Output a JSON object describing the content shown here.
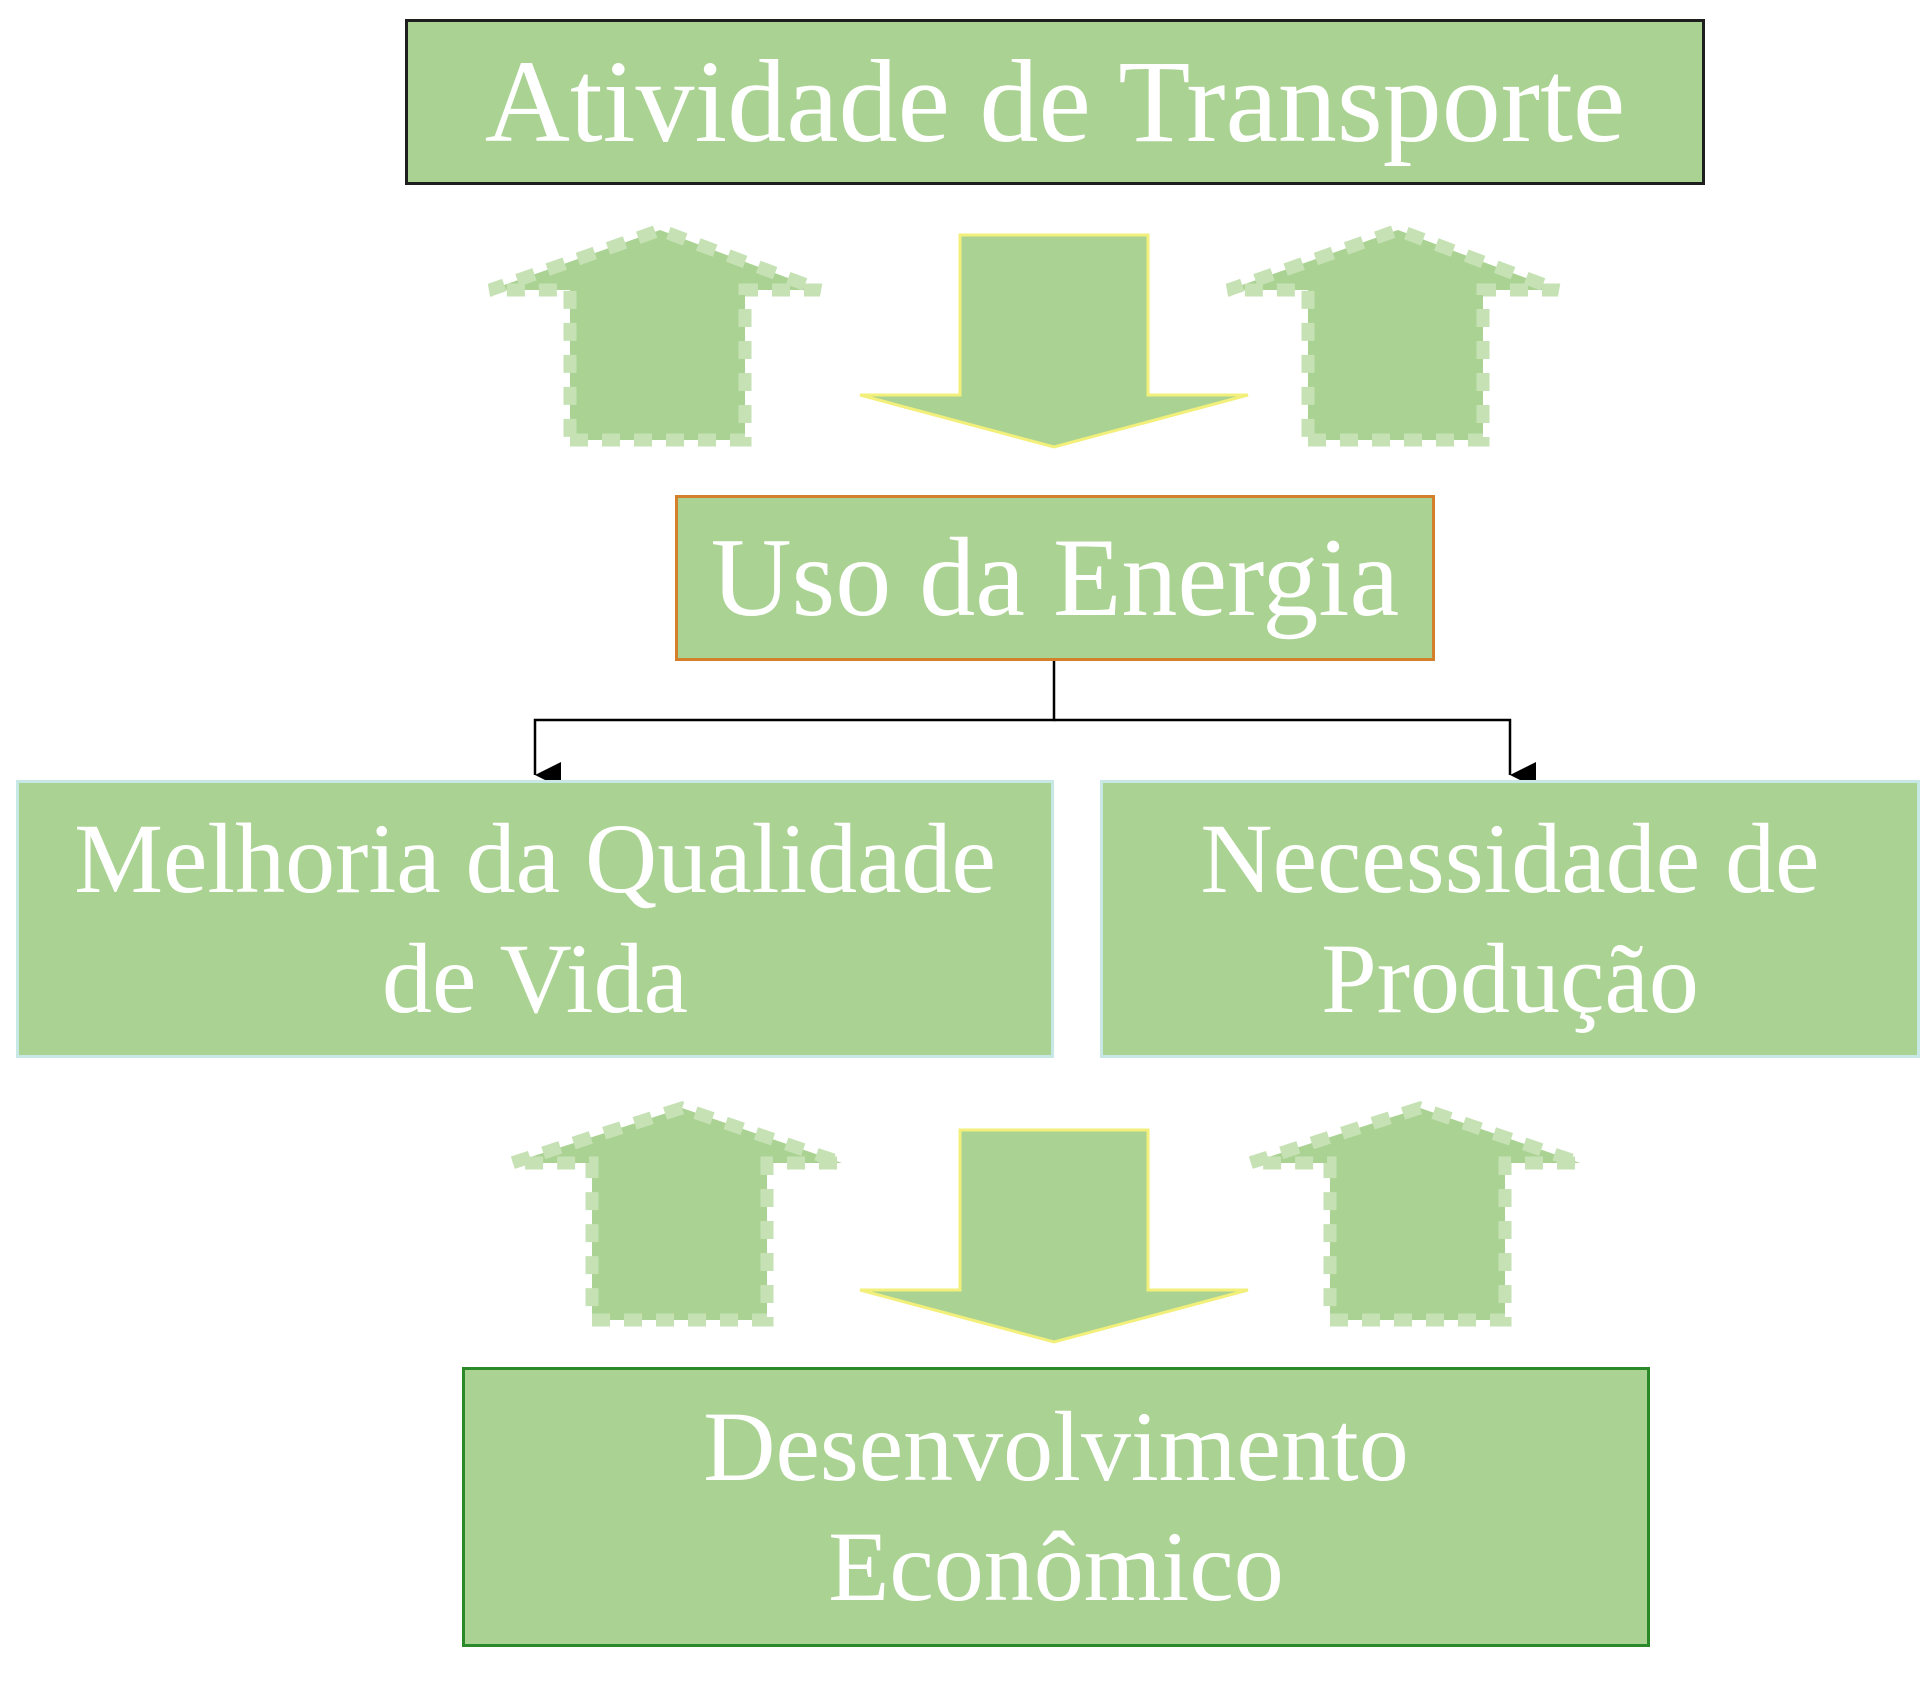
{
  "diagram": {
    "nodes": {
      "transport": {
        "lines": [
          "Atividade de Transporte"
        ]
      },
      "energy": {
        "lines": [
          "Uso da Energia"
        ]
      },
      "quality": {
        "lines": [
          "Melhoria da Qualidade",
          "de Vida"
        ]
      },
      "production": {
        "lines": [
          "Necessidade de",
          "Produção"
        ]
      },
      "development": {
        "lines": [
          "Desenvolvimento",
          "Econômico"
        ]
      }
    },
    "colors": {
      "box_fill": "#aad292",
      "text": "#ffffff",
      "dashed_arrow_outline": "#c6e2b5",
      "solid_arrow_outline": "#f2f07a",
      "connector": "#000000"
    },
    "arrows": [
      {
        "from": "transport",
        "to": "energy",
        "style": "block-arrow-down"
      },
      {
        "from": "energy",
        "to": "transport",
        "style": "dashed-block-arrow-up"
      },
      {
        "from": "energy",
        "to": "transport",
        "style": "dashed-block-arrow-up"
      },
      {
        "from": "energy",
        "to": "quality",
        "style": "elbow-connector"
      },
      {
        "from": "energy",
        "to": "production",
        "style": "elbow-connector"
      },
      {
        "from": "quality",
        "to": "development",
        "style": "block-arrow-down"
      },
      {
        "from": "development",
        "to": "quality",
        "style": "dashed-block-arrow-up"
      },
      {
        "from": "development",
        "to": "production",
        "style": "dashed-block-arrow-up"
      }
    ]
  }
}
